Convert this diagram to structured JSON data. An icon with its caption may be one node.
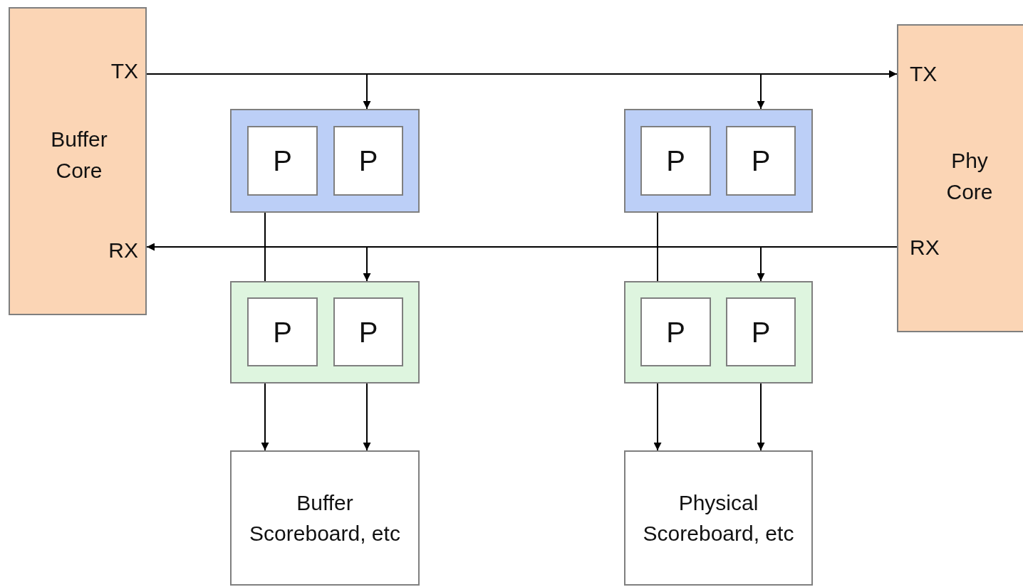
{
  "diagram": {
    "nodes": [
      {
        "text": [
          "TX",
          "Buffer Core",
          "RX"
        ]
      },
      {
        "text": [
          "TX",
          "Phy Core",
          "RX"
        ]
      },
      {
        "text": [],
        "shape": "box"
      },
      {
        "text": [
          "P"
        ],
        "in": 2
      },
      {
        "text": [
          "P"
        ],
        "in": 2
      },
      {
        "text": [],
        "shape": "box"
      },
      {
        "text": [
          "P"
        ],
        "in": 5
      },
      {
        "text": [
          "P"
        ],
        "in": 5
      },
      {
        "text": [],
        "shape": "box"
      },
      {
        "text": [
          "P"
        ],
        "in": 8
      },
      {
        "text": [
          "P"
        ],
        "in": 8
      },
      {
        "text": [],
        "shape": "box"
      },
      {
        "text": [
          "P"
        ],
        "in": 11
      },
      {
        "text": [
          "P"
        ],
        "in": 11
      },
      {
        "text": [
          "Buffer Scoreboard, etc"
        ]
      },
      {
        "text": [
          "Physical Scoreboard, etc"
        ]
      }
    ],
    "edges": [
      {
        "from": 0,
        "to": 1,
        "arrow": "to"
      },
      {
        "from": 0,
        "to": 2,
        "arrow": "to"
      },
      {
        "from": 0,
        "to": 5,
        "arrow": "to"
      },
      {
        "from": 1,
        "to": 0,
        "arrow": "to"
      },
      {
        "from": 1,
        "to": 8,
        "arrow": "to"
      },
      {
        "from": 1,
        "to": 11,
        "arrow": "to"
      },
      {
        "from": 2,
        "to": 8,
        "arrow": "none"
      },
      {
        "from": 5,
        "to": 11,
        "arrow": "none"
      },
      {
        "from": 8,
        "to": 14,
        "arrow": "to"
      },
      {
        "from": 8,
        "to": 14,
        "arrow": "to"
      },
      {
        "from": 11,
        "to": 15,
        "arrow": "to"
      },
      {
        "from": 11,
        "to": 15,
        "arrow": "to"
      }
    ]
  }
}
